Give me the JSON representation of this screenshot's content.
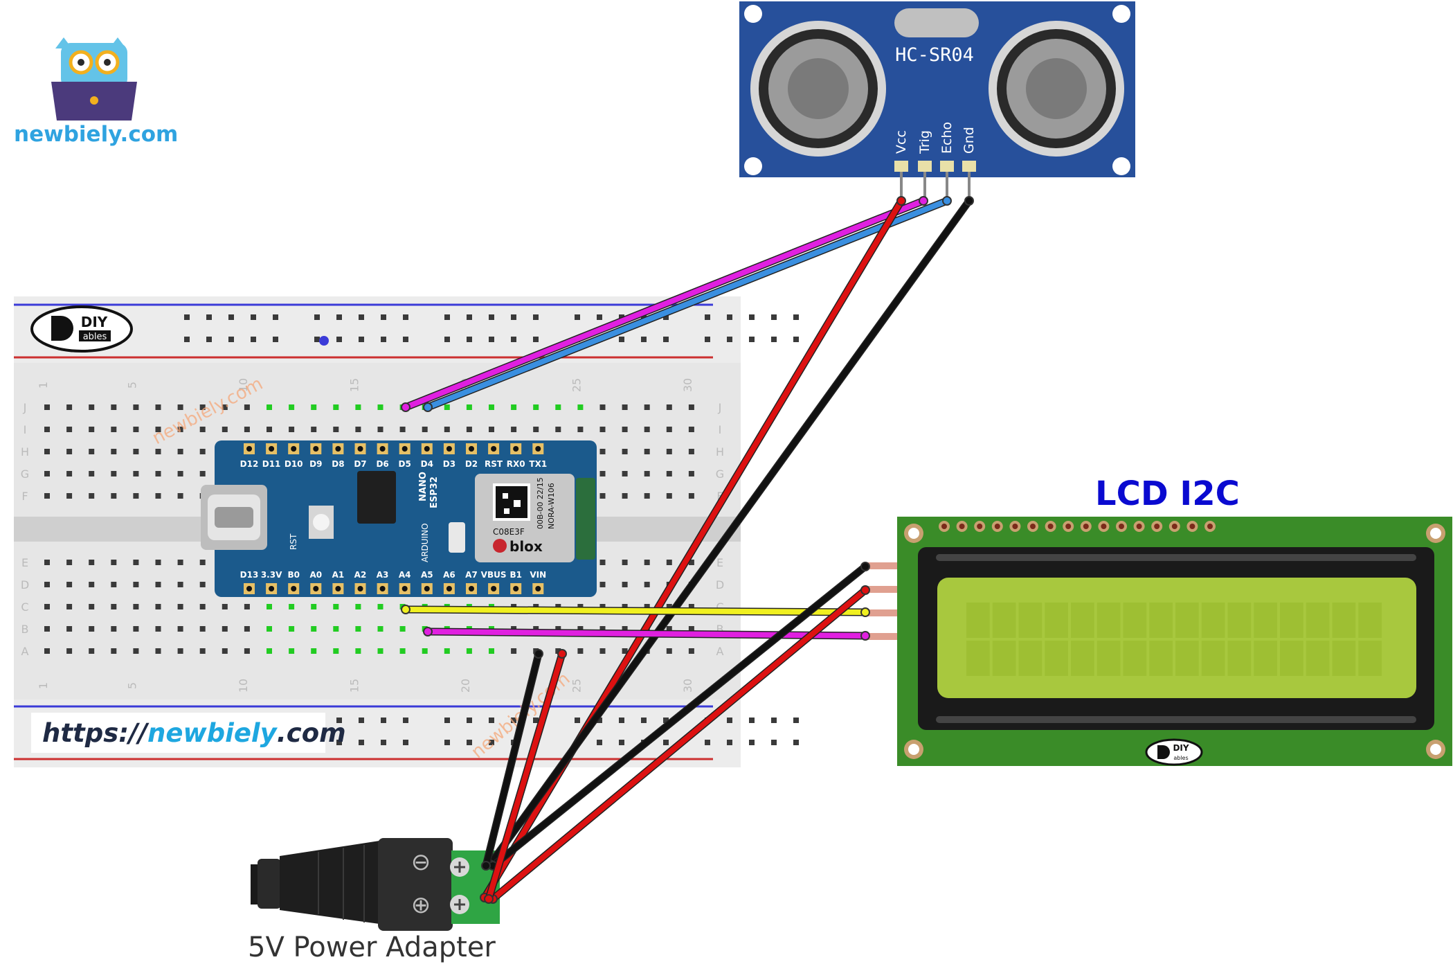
{
  "brand": {
    "name": "newbiely.com",
    "url_prefix": "https://",
    "url_domain": "newbiely",
    "url_suffix": ".com",
    "watermark": "newbiely.com"
  },
  "breadboard": {
    "logo_top": "DIY",
    "logo_bottom": "ables",
    "col_numbers": [
      "1",
      "5",
      "10",
      "15",
      "20",
      "25",
      "30"
    ],
    "row_letters_top": [
      "J",
      "I",
      "H",
      "G",
      "F"
    ],
    "row_letters_bottom": [
      "E",
      "D",
      "C",
      "B",
      "A"
    ]
  },
  "arduino": {
    "top_pins": [
      "D12",
      "D11",
      "D10",
      "D9",
      "D8",
      "D7",
      "D6",
      "D5",
      "D4",
      "D3",
      "D2",
      "RST",
      "RX0",
      "TX1"
    ],
    "bottom_pins": [
      "D13",
      "3.3V",
      "B0",
      "A0",
      "A1",
      "A2",
      "A3",
      "A4",
      "A5",
      "A6",
      "A7",
      "VBUS",
      "B1",
      "VIN"
    ],
    "board_name_1": "NANO",
    "board_name_2": "ESP32",
    "brand_label": "ARDUINO",
    "rst_label": "RST",
    "module_code": "C08E3F",
    "module_line_1": "00B-00 22/15",
    "module_line_2": "NORA-W106",
    "module_brand": "blox",
    "colors": {
      "board": "#1b5a8c",
      "module": "#c8c8c8"
    }
  },
  "sensor": {
    "model": "HC-SR04",
    "pins": [
      "Vcc",
      "Trig",
      "Echo",
      "Gnd"
    ],
    "colors": {
      "board": "#27509b"
    }
  },
  "lcd": {
    "title": "LCD I2C",
    "logo_top": "DIY",
    "logo_bottom": "ables",
    "columns": 16,
    "rows": 2,
    "colors": {
      "pcb": "#3a8c28",
      "screen": "#a8c83e"
    }
  },
  "power": {
    "label": "5V Power Adapter",
    "minus_symbol": "⊖",
    "plus_symbol": "⊕"
  },
  "wires": [
    {
      "name": "trig-wire",
      "color": "#e020e0"
    },
    {
      "name": "echo-wire",
      "color": "#3a8fe0"
    },
    {
      "name": "sensor-vcc-wire",
      "color": "#dd1111"
    },
    {
      "name": "sensor-gnd-wire",
      "color": "#111111"
    },
    {
      "name": "lcd-sda-wire",
      "color": "#f0f020"
    },
    {
      "name": "lcd-scl-wire",
      "color": "#e020e0"
    },
    {
      "name": "lcd-gnd-wire",
      "color": "#111111"
    },
    {
      "name": "lcd-vcc-wire",
      "color": "#dd1111"
    },
    {
      "name": "arduino-gnd-wire",
      "color": "#111111"
    },
    {
      "name": "arduino-vin-wire",
      "color": "#dd1111"
    }
  ]
}
